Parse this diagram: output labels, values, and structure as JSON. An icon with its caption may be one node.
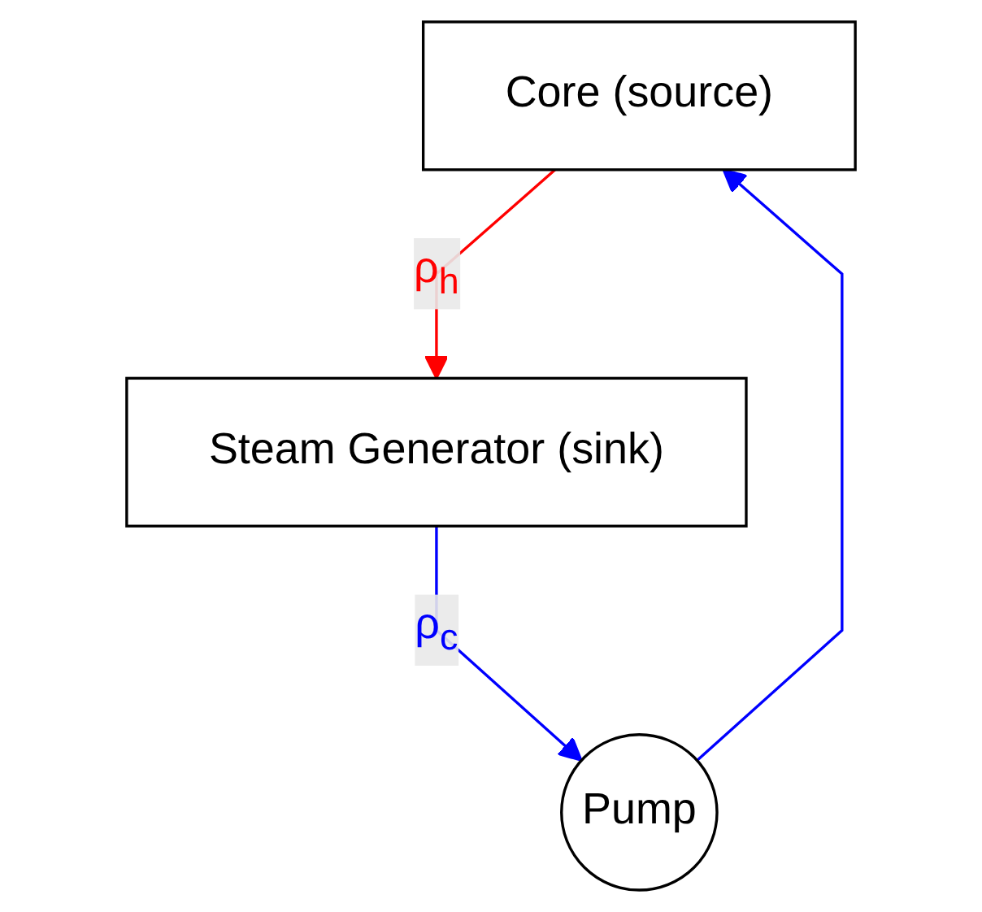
{
  "diagram": {
    "nodes": [
      {
        "text": [
          "Core (source)"
        ]
      },
      {
        "text": [
          "Steam Generator (sink)"
        ]
      },
      {
        "text": [
          "Pump"
        ]
      }
    ],
    "edges": [
      {
        "from": 0,
        "to": 1,
        "arrow": "to",
        "label": "ρ$_{h}$",
        "color": "#ff0000"
      },
      {
        "from": 1,
        "to": 2,
        "arrow": "to",
        "label": "ρ$_{c}$",
        "color": "#0000ff"
      },
      {
        "from": 2,
        "to": 0,
        "arrow": "to",
        "color": "#0000ff"
      }
    ]
  }
}
